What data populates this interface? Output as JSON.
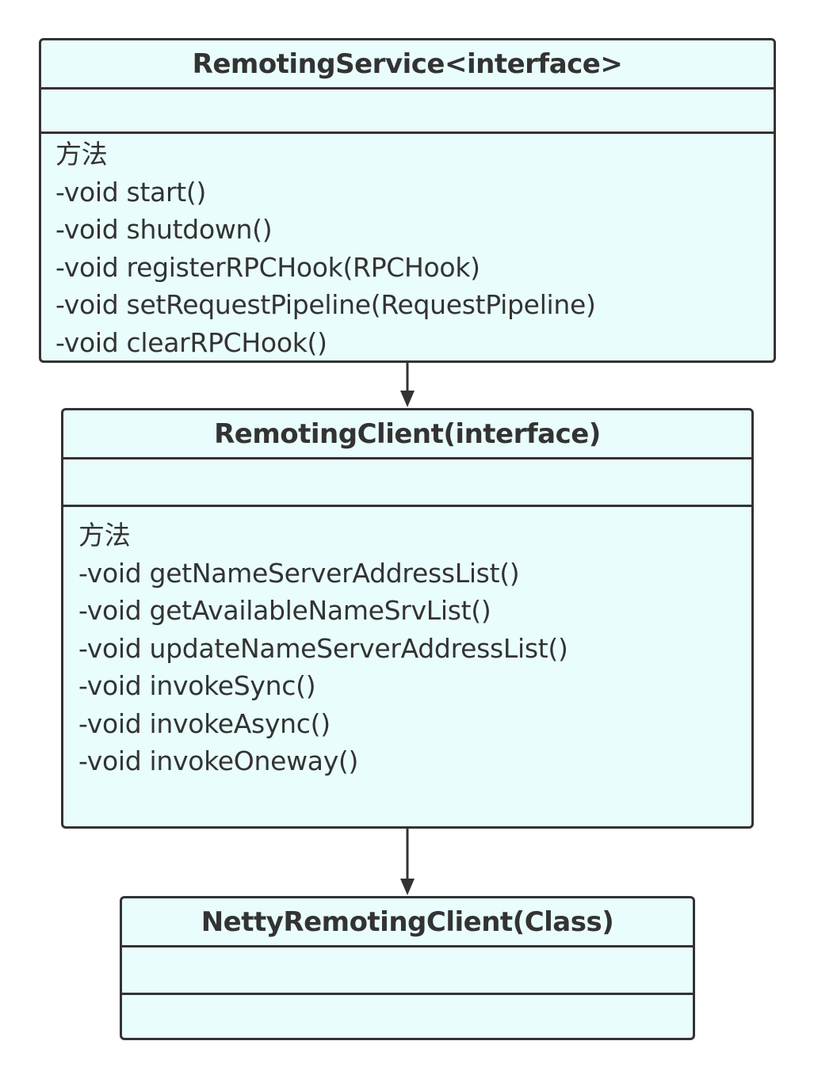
{
  "diagram": {
    "classes": [
      {
        "id": "remoting-service",
        "title": "RemotingService<interface>",
        "attributes": [],
        "methods_header": "方法",
        "methods": [
          "-void start()",
          "-void shutdown()",
          "-void registerRPCHook(RPCHook)",
          "-void setRequestPipeline(RequestPipeline)",
          "-void clearRPCHook()"
        ]
      },
      {
        "id": "remoting-client",
        "title": "RemotingClient(interface)",
        "attributes": [],
        "methods_header": "方法",
        "methods": [
          "-void getNameServerAddressList()",
          "-void getAvailableNameSrvList()",
          "-void updateNameServerAddressList()",
          "-void invokeSync()",
          "-void invokeAsync()",
          "-void invokeOneway()"
        ]
      },
      {
        "id": "netty-remoting-client",
        "title": "NettyRemotingClient(Class)",
        "attributes": [],
        "methods": []
      }
    ],
    "relations": [
      {
        "from": "remoting-service",
        "to": "remoting-client",
        "type": "arrow"
      },
      {
        "from": "remoting-client",
        "to": "netty-remoting-client",
        "type": "arrow"
      }
    ],
    "colors": {
      "box_fill": "#e9fdfd",
      "box_stroke": "#333333",
      "text": "#333333"
    }
  }
}
